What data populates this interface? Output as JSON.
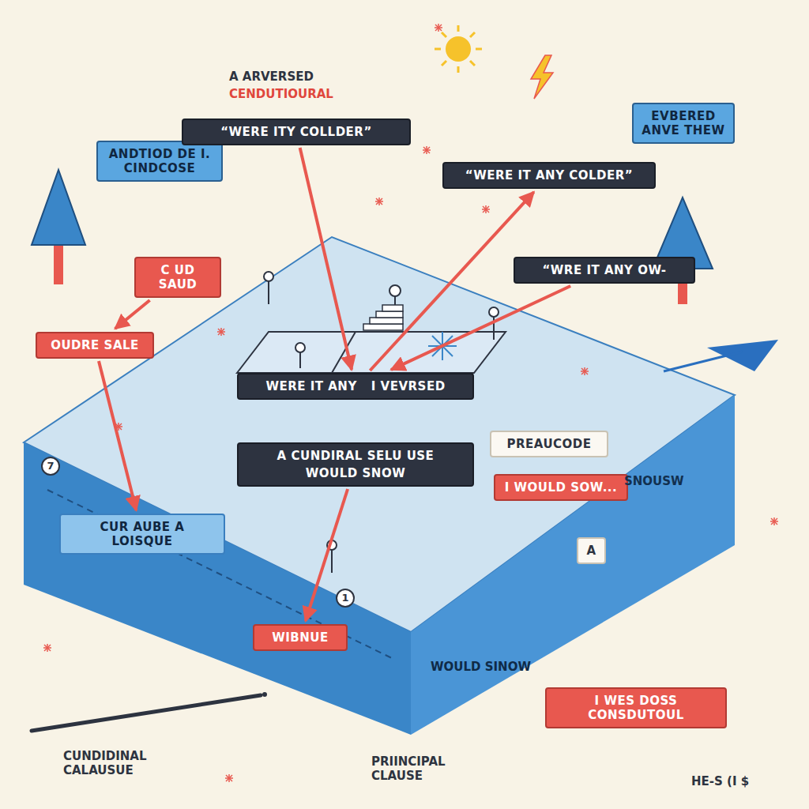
{
  "diagram": {
    "nodes": [
      {
        "text": [
          "ANDTIOD DE I. CINDCOSE"
        ]
      },
      {
        "text": [
          "“WERE ITY COLLDER”"
        ]
      },
      {
        "text": [
          "“WERE IT ANY COLDER”"
        ]
      },
      {
        "text": [
          "EVBERED ANVE THEW"
        ]
      },
      {
        "text": [
          "C UD SAUD"
        ]
      },
      {
        "text": [
          "OUDRE SALE"
        ]
      },
      {
        "text": [
          "“WRE IT ANY OW-"
        ]
      },
      {
        "text": [
          "WERE IT ANY",
          "I VEVRSED"
        ]
      },
      {
        "text": [
          "A CUNDIRAL SELU USE",
          "WOULD SNOW"
        ]
      },
      {
        "text": [
          "PREAUCODE"
        ]
      },
      {
        "text": [
          "I WOULD SOW..."
        ]
      },
      {
        "text": [
          "A"
        ]
      },
      {
        "text": [
          "CUR AUBE A LOISQUE"
        ]
      },
      {
        "text": [
          "WIBNUE"
        ]
      },
      {
        "text": [
          "I WES DOSS CONSDUTOUL"
        ]
      }
    ],
    "edges": [
      {
        "from": 1,
        "to": 7,
        "arrow": "to"
      },
      {
        "from": 6,
        "to": 7,
        "arrow": "to"
      },
      {
        "from": 7,
        "to": 2,
        "arrow": "to"
      },
      {
        "from": 4,
        "to": 5,
        "arrow": "to"
      },
      {
        "from": 5,
        "to": 12,
        "arrow": "to"
      },
      {
        "from": 8,
        "to": 13,
        "arrow": "to"
      }
    ],
    "labels": [
      "A ARVERSED",
      "CENDUTIOURAL",
      "WOULD SINOW",
      "SNOUSW",
      "CUNDIDINAL CALAUSUE",
      "PRIINCIPAL CLAUSE",
      "HE-S (I $",
      "7",
      "1"
    ]
  }
}
